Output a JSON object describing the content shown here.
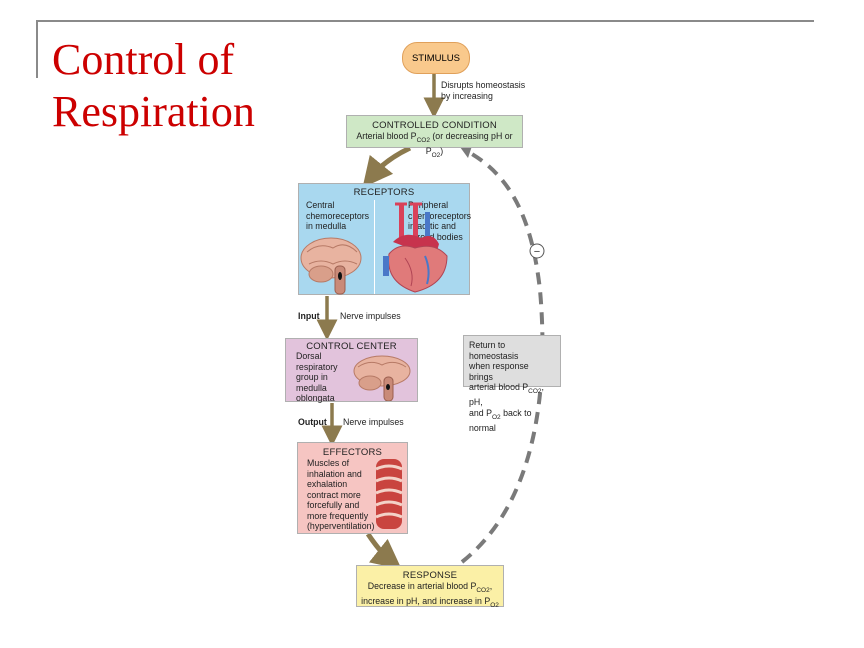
{
  "slide": {
    "title_line1": "Control of",
    "title_line2": "Respiration"
  },
  "diagram": {
    "stimulus": "STIMULUS",
    "disrupts": [
      "Disrupts homeostasis",
      "by increasing"
    ],
    "controlled_condition": {
      "title": "CONTROLLED CONDITION",
      "text_a": "Arterial blood P",
      "sub_a": "CO2",
      "text_b": " (or decreasing pH or P",
      "sub_b": "O2",
      "text_c": ")"
    },
    "receptors": {
      "title": "RECEPTORS",
      "central": [
        "Central",
        "chemoreceptors",
        "in medulla"
      ],
      "peripheral": [
        "Peripheral",
        "chemoreceptors",
        "in aortic and",
        "carotid bodies"
      ]
    },
    "input_label": "Input",
    "nerve_impulses_1": "Nerve impulses",
    "control_center": {
      "title": "CONTROL CENTER",
      "lines": [
        "Dorsal",
        "respiratory",
        "group in",
        "medulla",
        "oblongata"
      ]
    },
    "output_label": "Output",
    "nerve_impulses_2": "Nerve impulses",
    "effectors": {
      "title": "EFFECTORS",
      "lines": [
        "Muscles of",
        "inhalation and",
        "exhalation",
        "contract more",
        "forcefully and",
        "more frequently",
        "(hyperventilation)"
      ]
    },
    "response": {
      "title": "RESPONSE",
      "line1_a": "Decrease in arterial blood P",
      "line1_sub": "CO2",
      "line1_b": ",",
      "line2_a": "increase in pH, and increase in P",
      "line2_sub": "O2"
    },
    "return_box": {
      "line1": "Return to homeostasis",
      "line2": "when response brings",
      "line3_a": "arterial blood P",
      "line3_sub": "CO2",
      "line3_b": ", pH,",
      "line4_a": "and P",
      "line4_sub": "O2",
      "line4_b": " back to normal"
    },
    "feedback_symbol": "−"
  }
}
